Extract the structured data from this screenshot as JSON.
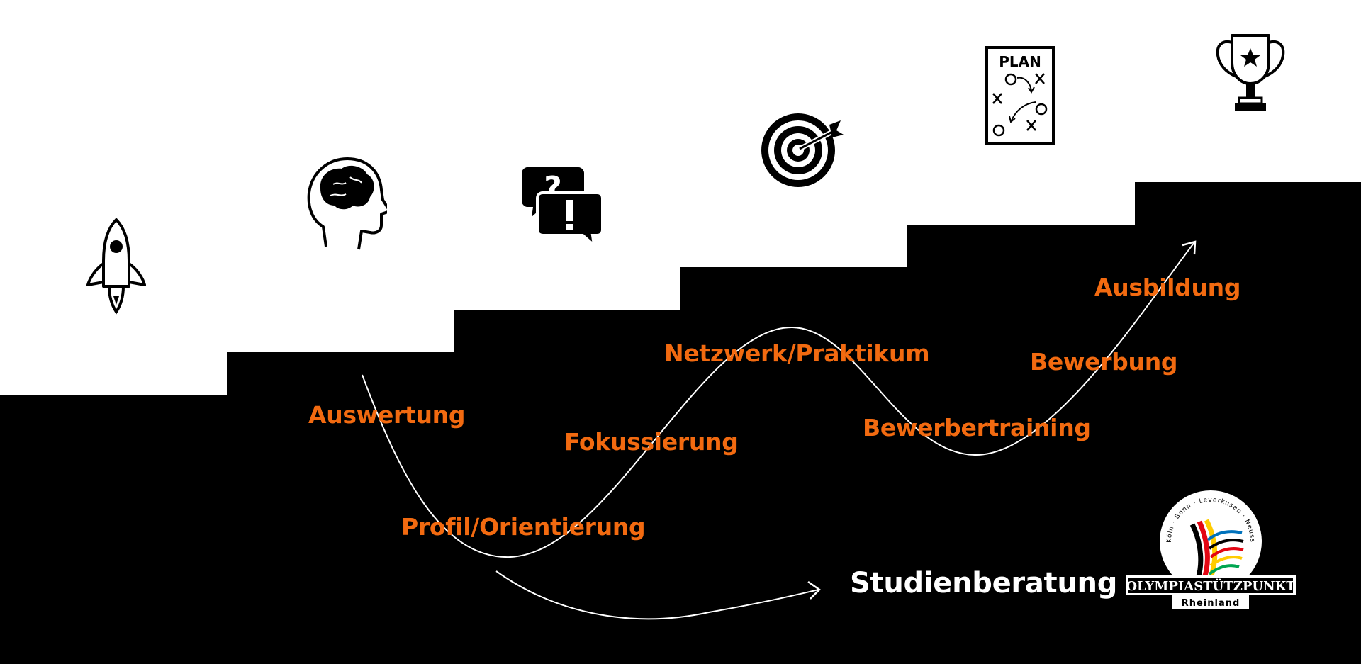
{
  "colors": {
    "accent": "#f26a10",
    "stairs": "#000000",
    "background": "#ffffff",
    "curve": "#ffffff"
  },
  "stages": [
    {
      "label": "Auswertung"
    },
    {
      "label": "Profil/Orientierung"
    },
    {
      "label": "Fokussierung"
    },
    {
      "label": "Netzwerk/Praktikum"
    },
    {
      "label": "Bewerbertraining"
    },
    {
      "label": "Bewerbung"
    },
    {
      "label": "Ausbildung"
    }
  ],
  "bottom_label": "Studienberatung",
  "icons": [
    "rocket-icon",
    "brain-head-icon",
    "question-exclamation-icon",
    "target-arrow-icon",
    "plan-board-icon",
    "trophy-icon"
  ],
  "plan_icon_text": "PLAN",
  "logo": {
    "name": "OLYMPIASTÜTZPUNKT",
    "region": "Rheinland",
    "cities": "Köln · Bonn · Leverkusen · Neuss"
  }
}
